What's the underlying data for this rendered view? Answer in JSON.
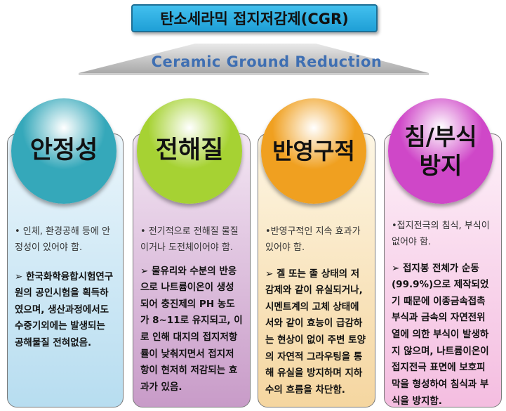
{
  "title": "탄소세라믹 접지저감제(CGR)",
  "subtitle": "Ceramic Ground Reduction",
  "columns": [
    {
      "heading": "안정성",
      "point1": "• 인체, 환경공해 등에 안정성이 있어야 함.",
      "point2": "➢ 한국화학융합시험연구원의 공인시험을 획득하였으며, 생산과정에서도 수중기외에는 발생되는 공해물질 전혀없음.",
      "colors": {
        "circle": "#35a8ba",
        "panel_top": "#eaf5fb",
        "panel_bottom": "#b7ddf0"
      }
    },
    {
      "heading": "전해질",
      "point1": "• 전기적으로 전해질 물질이거나 도전체이어야 함.",
      "point2": "➢ 물유리와 수분의 반응으로 나트륨이온이 생성되어 충진제의 PH 농도가 8~11로 유지되고, 이로 인해 대지의 접지저항률이 낮춰지면서 접지저항이 현저히 저감되는 효과가 있음.",
      "colors": {
        "circle": "#a6d233",
        "panel_top": "#f3e6f3",
        "panel_bottom": "#c89bc8"
      }
    },
    {
      "heading": "반영구적",
      "point1": "•반영구적인 지속 효과가 있어야 함.",
      "point2": "➢ 겔 또는 졸 상태의 저감제와 같이 유실되거나, 시멘트계의 고체 상태에서와 같이 효능이 급감하는 현상이 없이 주변 토양의 자연적 그라우팅을 통해 유실을 방지하며 지하수의 흐름을 차단함.",
      "colors": {
        "circle": "#f0a020",
        "panel_top": "#fdf6e4",
        "panel_bottom": "#f5d6a0"
      }
    },
    {
      "heading": "침/부식 방지",
      "point1": "•접지전극의 침식, 부식이 없어야 함.",
      "point2": "➢ 접지봉 전체가 순동(99.9%)으로 제작되었기 때문에 이종금속접촉부식과 금속의 자연전위열에 의한 부식이 발생하지 않으며, 나트륨이온이 접지전극 표면에 보호피막을 형성하여 침식과 부식을 방지함.",
      "colors": {
        "circle": "#cf47c8",
        "panel_top": "#fdf0f8",
        "panel_bottom": "#f4bde0"
      }
    }
  ]
}
